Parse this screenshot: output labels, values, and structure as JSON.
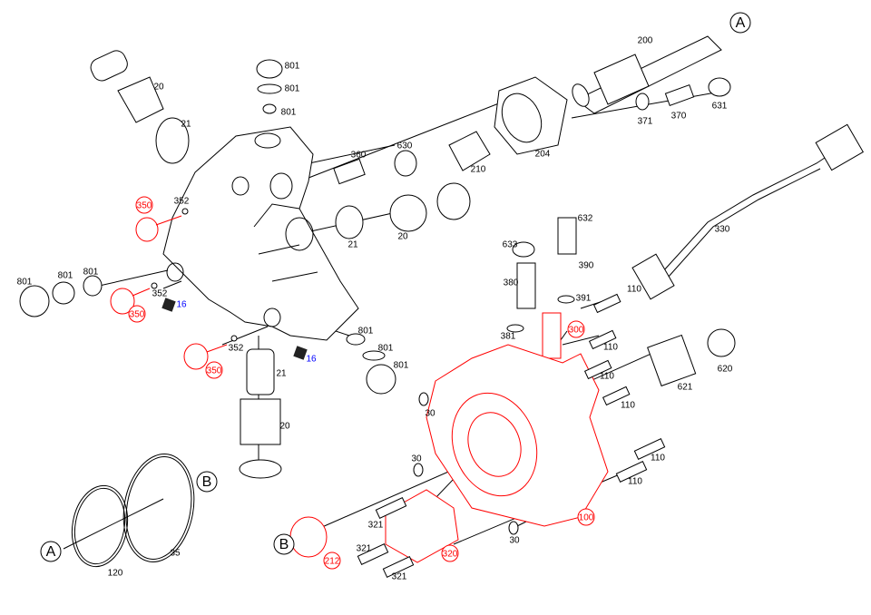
{
  "title": "High pressure pump exploded view",
  "colors": {
    "line": "#000000",
    "highlight": "#ff0000",
    "note": "#0000ff"
  },
  "callouts": [
    {
      "text": "A",
      "color": "black",
      "style": "circle"
    },
    {
      "text": "200",
      "color": "black"
    },
    {
      "text": "20",
      "color": "black"
    },
    {
      "text": "801",
      "color": "black"
    },
    {
      "text": "801",
      "color": "black"
    },
    {
      "text": "801",
      "color": "black"
    },
    {
      "text": "21",
      "color": "black"
    },
    {
      "text": "630",
      "color": "black"
    },
    {
      "text": "360",
      "color": "black"
    },
    {
      "text": "210",
      "color": "black"
    },
    {
      "text": "204",
      "color": "black"
    },
    {
      "text": "371",
      "color": "black"
    },
    {
      "text": "370",
      "color": "black"
    },
    {
      "text": "631",
      "color": "black"
    },
    {
      "text": "350",
      "color": "red",
      "style": "circle"
    },
    {
      "text": "352",
      "color": "black"
    },
    {
      "text": "21",
      "color": "black"
    },
    {
      "text": "20",
      "color": "black"
    },
    {
      "text": "330",
      "color": "black"
    },
    {
      "text": "632",
      "color": "black"
    },
    {
      "text": "633",
      "color": "black"
    },
    {
      "text": "390",
      "color": "black"
    },
    {
      "text": "801",
      "color": "black"
    },
    {
      "text": "801",
      "color": "black"
    },
    {
      "text": "801",
      "color": "black"
    },
    {
      "text": "352",
      "color": "black"
    },
    {
      "text": "350",
      "color": "red",
      "style": "circle"
    },
    {
      "text": "16",
      "color": "blue"
    },
    {
      "text": "380",
      "color": "black"
    },
    {
      "text": "391",
      "color": "black"
    },
    {
      "text": "110",
      "color": "black"
    },
    {
      "text": "381",
      "color": "black"
    },
    {
      "text": "300",
      "color": "red",
      "style": "circle"
    },
    {
      "text": "110",
      "color": "black"
    },
    {
      "text": "352",
      "color": "black"
    },
    {
      "text": "350",
      "color": "red",
      "style": "circle"
    },
    {
      "text": "21",
      "color": "black"
    },
    {
      "text": "16",
      "color": "blue"
    },
    {
      "text": "801",
      "color": "black"
    },
    {
      "text": "801",
      "color": "black"
    },
    {
      "text": "801",
      "color": "black"
    },
    {
      "text": "110",
      "color": "black"
    },
    {
      "text": "620",
      "color": "black"
    },
    {
      "text": "621",
      "color": "black"
    },
    {
      "text": "30",
      "color": "black"
    },
    {
      "text": "110",
      "color": "black"
    },
    {
      "text": "20",
      "color": "black"
    },
    {
      "text": "30",
      "color": "black"
    },
    {
      "text": "110",
      "color": "black"
    },
    {
      "text": "110",
      "color": "black"
    },
    {
      "text": "B",
      "color": "black",
      "style": "circle"
    },
    {
      "text": "35",
      "color": "black"
    },
    {
      "text": "A",
      "color": "black",
      "style": "circle"
    },
    {
      "text": "120",
      "color": "black"
    },
    {
      "text": "321",
      "color": "black"
    },
    {
      "text": "212",
      "color": "red",
      "style": "circle"
    },
    {
      "text": "320",
      "color": "red",
      "style": "circle"
    },
    {
      "text": "321",
      "color": "black"
    },
    {
      "text": "321",
      "color": "black"
    },
    {
      "text": "30",
      "color": "black"
    },
    {
      "text": "100",
      "color": "red",
      "style": "circle"
    },
    {
      "text": "B",
      "color": "black",
      "style": "circle"
    }
  ]
}
